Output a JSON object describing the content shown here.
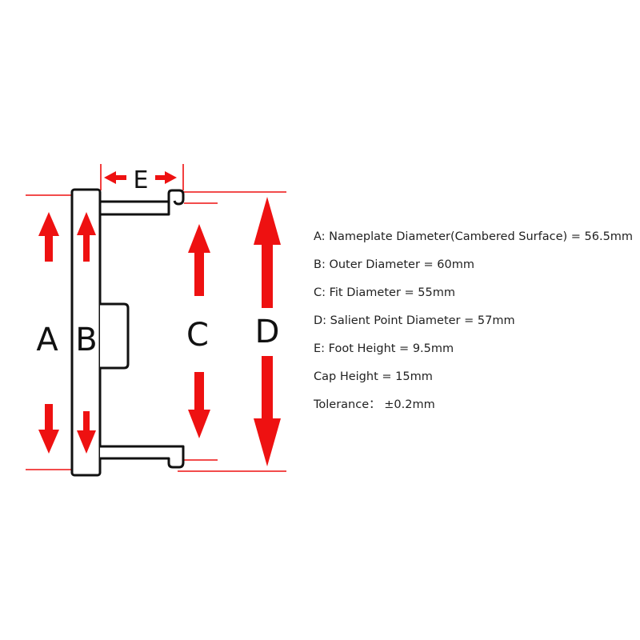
{
  "labels": {
    "a": "A",
    "b": "B",
    "c": "C",
    "d": "D",
    "e": "E"
  },
  "specs": [
    "A: Nameplate Diameter(Cambered Surface) = 56.5mm",
    "B: Outer Diameter = 60mm",
    "C: Fit Diameter = 55mm",
    "D: Salient Point Diameter = 57mm",
    "E: Foot Height = 9.5mm",
    "Cap Height = 15mm",
    "Tolerance： ±0.2mm"
  ],
  "colors": {
    "arrow": "#ee1111",
    "outline": "#111111"
  }
}
